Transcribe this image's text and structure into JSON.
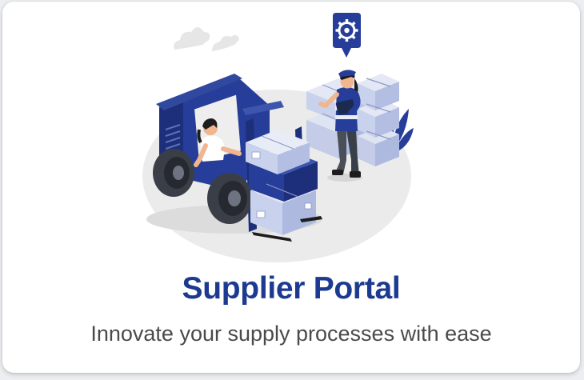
{
  "card": {
    "title": "Supplier Portal",
    "subtitle": "Innovate your supply processes with ease",
    "illustration_icon": "forklift-warehouse-illustration"
  },
  "colors": {
    "title": "#1c3a8f",
    "subtitle": "#4a4a4a",
    "accent_navy": "#263e99",
    "box_light": "#c9d2ec",
    "ground": "#ebebeb"
  }
}
